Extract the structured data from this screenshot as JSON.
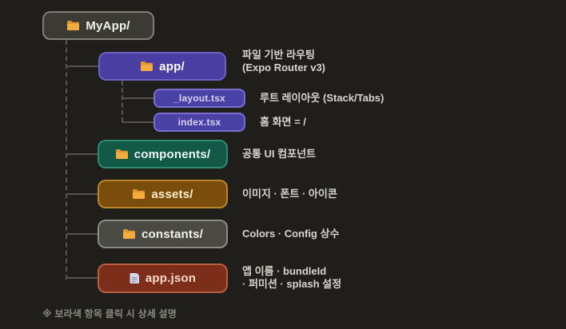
{
  "canvas": {
    "background_color": "#1f1e1b",
    "connector_color": "#56544e"
  },
  "tree": {
    "root": {
      "label": "MyApp/",
      "icon": "folder-icon",
      "fill": "#3b3a35",
      "border": "#807d72",
      "text_color": "#f4f3ef"
    },
    "children": [
      {
        "id": "app",
        "label": "app/",
        "icon": "folder-icon",
        "fill": "#4a3ea3",
        "border": "#6d60c4",
        "text_color": "#ffffff",
        "clickable": true,
        "annotation": {
          "lines": [
            "파일 기반 라우팅",
            "(Expo Router v3)"
          ]
        },
        "children": [
          {
            "id": "layout-tsx",
            "label": "_layout.tsx",
            "fill": "#4a41a5",
            "border": "#7a6fd0",
            "text_color": "#d6d0f5",
            "clickable": true,
            "annotation": {
              "lines": [
                "루트 레이아웃 (Stack/Tabs)"
              ]
            }
          },
          {
            "id": "index-tsx",
            "label": "index.tsx",
            "fill": "#4a41a5",
            "border": "#7a6fd0",
            "text_color": "#d6d0f5",
            "clickable": true,
            "annotation": {
              "lines": [
                "홈 화면 = /"
              ]
            }
          }
        ]
      },
      {
        "id": "components",
        "label": "components/",
        "icon": "folder-icon",
        "fill": "#135948",
        "border": "#2f8a6e",
        "text_color": "#e9f6f0",
        "clickable": false,
        "annotation": {
          "lines": [
            "공통 UI 컴포넌트"
          ]
        }
      },
      {
        "id": "assets",
        "label": "assets/",
        "icon": "folder-icon",
        "fill": "#7b4d0c",
        "border": "#b9862a",
        "text_color": "#fdeec9",
        "clickable": false,
        "annotation": {
          "lines": [
            "이미지 · 폰트 · 아이콘"
          ]
        }
      },
      {
        "id": "constants",
        "label": "constants/",
        "icon": "folder-icon",
        "fill": "#4a4943",
        "border": "#8f8d83",
        "text_color": "#f3f2ed",
        "clickable": false,
        "annotation": {
          "lines": [
            "Colors · Config 상수"
          ]
        }
      },
      {
        "id": "app-json",
        "label": "app.json",
        "icon": "file-icon",
        "fill": "#7c2e1a",
        "border": "#b65f41",
        "text_color": "#fad9cb",
        "clickable": false,
        "annotation": {
          "lines": [
            "앱 이름 · bundleId",
            "· 퍼미션 · splash 설정"
          ]
        }
      }
    ]
  },
  "footer": {
    "note": "※ 보라색 항목 클릭 시 상세 설명"
  },
  "icon_colors": {
    "folder_body": "#f2ad3e",
    "folder_tab": "#e2962e",
    "file_body": "#d4d7e9",
    "file_lines": "#8d93b8"
  }
}
